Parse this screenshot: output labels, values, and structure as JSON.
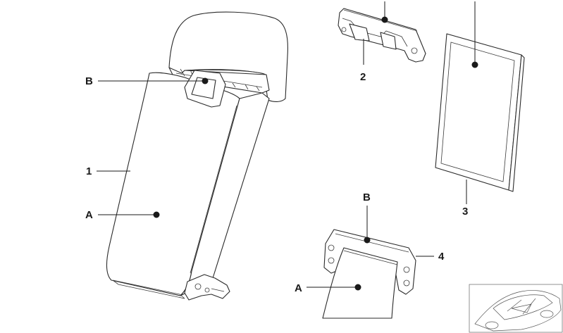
{
  "callouts": [
    {
      "id": "label-1",
      "text": "1"
    },
    {
      "id": "label-2",
      "text": "2"
    },
    {
      "id": "label-3",
      "text": "3"
    },
    {
      "id": "label-4",
      "text": "4"
    },
    {
      "id": "label-a-left",
      "text": "A"
    },
    {
      "id": "label-b-top",
      "text": "B"
    },
    {
      "id": "label-b-bottom",
      "text": "B"
    },
    {
      "id": "label-a-bottom",
      "text": "A"
    }
  ]
}
